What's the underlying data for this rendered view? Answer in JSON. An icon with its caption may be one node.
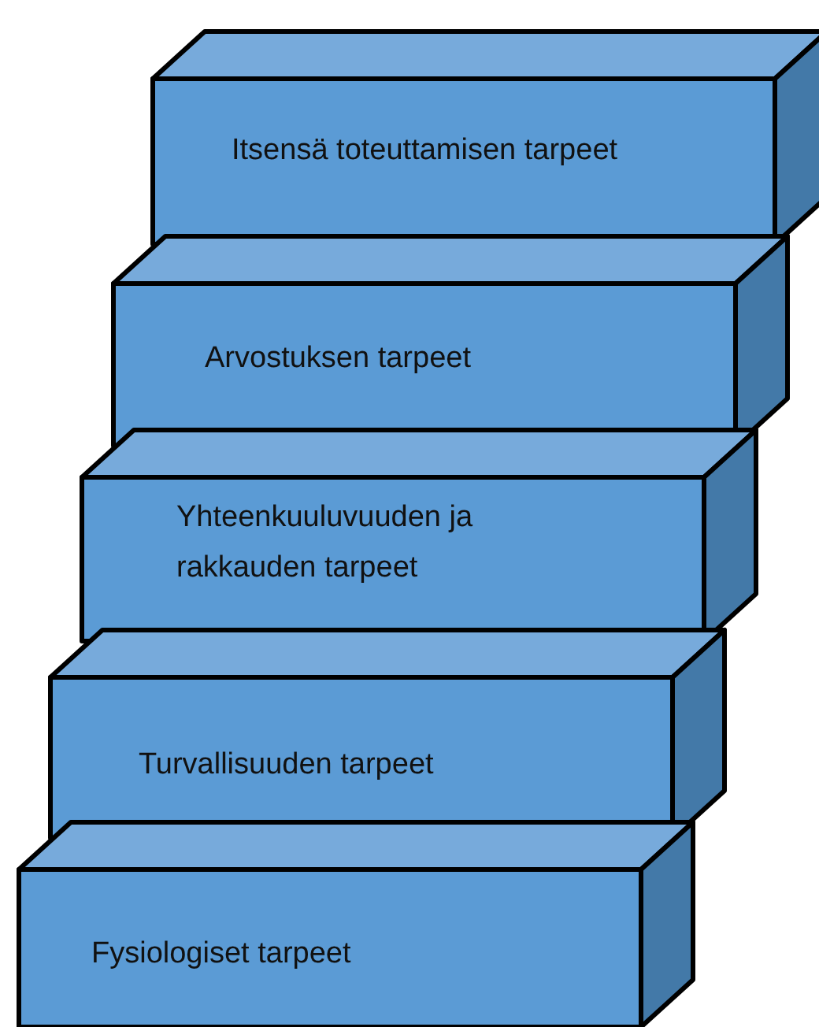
{
  "diagram": {
    "nodes": [
      {
        "text": [
          "Itsensä toteuttamisen tarpeet"
        ]
      },
      {
        "text": [
          "Arvostuksen tarpeet"
        ]
      },
      {
        "text": [
          "Yhteenkuuluvuuden ja rakkauden tarpeet"
        ]
      },
      {
        "text": [
          "Turvallisuuden tarpeet"
        ]
      },
      {
        "text": [
          "Fysiologiset tarpeet"
        ]
      }
    ]
  }
}
